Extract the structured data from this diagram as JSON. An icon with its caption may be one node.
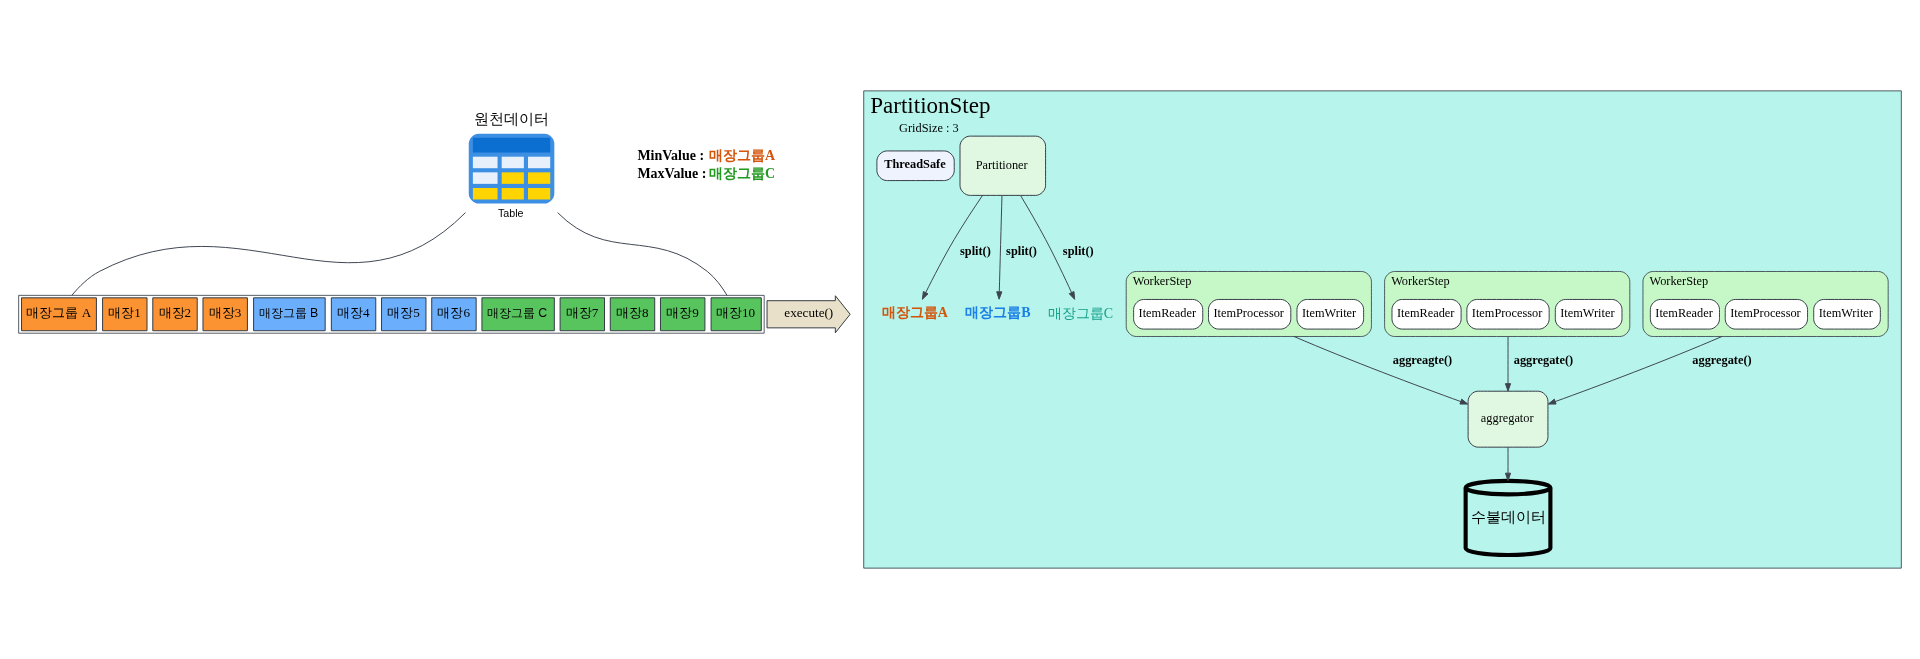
{
  "diagram": {
    "nodes": [
      {
        "text": [
          "원천데이터"
        ],
        "beside": [
          "Table"
        ]
      },
      {
        "text": [],
        "shape": "box"
      },
      {
        "text": [
          "매장그룹 A"
        ],
        "in": 1
      },
      {
        "text": [
          "매장1"
        ],
        "in": 1
      },
      {
        "text": [
          "매장2"
        ],
        "in": 1
      },
      {
        "text": [
          "매장3"
        ],
        "in": 1
      },
      {
        "text": [
          "매장그룹 B"
        ],
        "in": 1
      },
      {
        "text": [
          "매장4"
        ],
        "in": 1
      },
      {
        "text": [
          "매장5"
        ],
        "in": 1
      },
      {
        "text": [
          "매장6"
        ],
        "in": 1
      },
      {
        "text": [
          "매장그룹 C"
        ],
        "in": 1
      },
      {
        "text": [
          "매장7"
        ],
        "in": 1
      },
      {
        "text": [
          "매장8"
        ],
        "in": 1
      },
      {
        "text": [
          "매장9"
        ],
        "in": 1
      },
      {
        "text": [
          "매장10"
        ],
        "in": 1
      },
      {
        "text": [
          "execute()"
        ]
      },
      {
        "text": [
          "PartitionStep"
        ]
      },
      {
        "text": [
          "Partitioner"
        ],
        "in": 16,
        "beside": [
          "GridSize : 3"
        ]
      },
      {
        "text": [
          "ThreadSafe"
        ],
        "in": 16
      },
      {
        "text": [
          "매장그룹A"
        ],
        "in": 16
      },
      {
        "text": [
          "WorkerStep"
        ],
        "in": 16
      },
      {
        "text": [
          "ItemReader"
        ],
        "in": 20
      },
      {
        "text": [
          "ItemProcessor"
        ],
        "in": 20
      },
      {
        "text": [
          "ItemWriter"
        ],
        "in": 20
      },
      {
        "text": [
          "매장그룹B"
        ],
        "in": 16
      },
      {
        "text": [
          "WorkerStep"
        ],
        "in": 16
      },
      {
        "text": [
          "ItemReader"
        ],
        "in": 25
      },
      {
        "text": [
          "ItemProcessor"
        ],
        "in": 25
      },
      {
        "text": [
          "ItemWriter"
        ],
        "in": 25
      },
      {
        "text": [
          "매장그룹C"
        ],
        "in": 16
      },
      {
        "text": [
          "WorkerStep"
        ],
        "in": 16
      },
      {
        "text": [
          "ItemReader"
        ],
        "in": 30
      },
      {
        "text": [
          "ItemProcessor"
        ],
        "in": 30
      },
      {
        "text": [
          "ItemWriter"
        ],
        "in": 30
      },
      {
        "text": [
          "aggregator"
        ],
        "in": 16
      },
      {
        "text": [
          "수불데이터"
        ],
        "in": 16
      }
    ],
    "edges": [
      {
        "from": 0,
        "to": 1,
        "arrow": "none"
      },
      {
        "from": 0,
        "to": 1,
        "arrow": "none"
      },
      {
        "from": 17,
        "to": 19,
        "arrow": "to",
        "label": "split()"
      },
      {
        "from": 17,
        "to": 24,
        "arrow": "to",
        "label": "split()"
      },
      {
        "from": 17,
        "to": 29,
        "arrow": "to",
        "label": "split()"
      },
      {
        "from": 20,
        "to": 34,
        "arrow": "to",
        "label": "aggregate()"
      },
      {
        "from": 25,
        "to": 34,
        "arrow": "to",
        "label": "aggregate()"
      },
      {
        "from": 30,
        "to": 34,
        "arrow": "to",
        "label": "aggreagte()"
      },
      {
        "from": 34,
        "to": 35,
        "arrow": "to"
      }
    ],
    "labels": [
      "MinValue :",
      "매장그룹A",
      "MaxValue :",
      "매장그룹C"
    ]
  }
}
